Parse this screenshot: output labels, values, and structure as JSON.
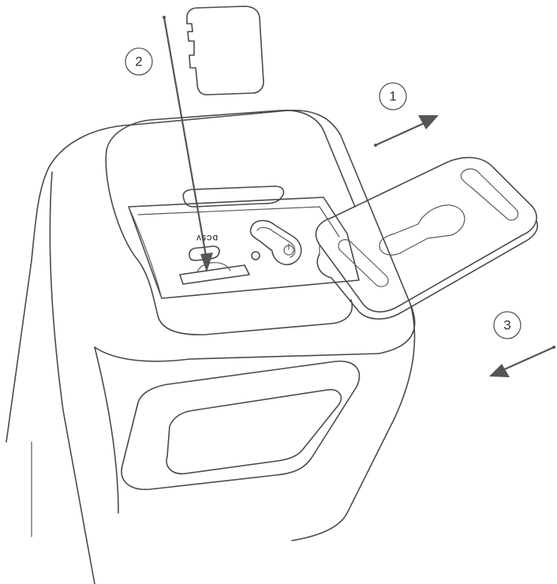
{
  "steps": [
    {
      "number": "1"
    },
    {
      "number": "2"
    },
    {
      "number": "3"
    }
  ],
  "port_label": "DC5V",
  "colors": {
    "line": "#4a4a4a",
    "arrow": "#555555",
    "background": "#ffffff"
  }
}
